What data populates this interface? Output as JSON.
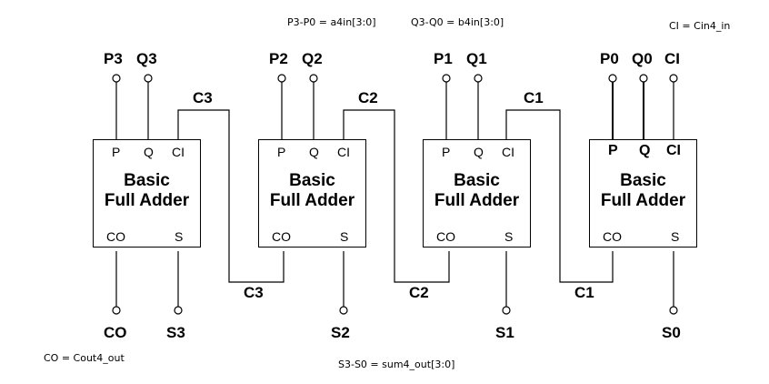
{
  "notes": {
    "p_map": "P3-P0 = a4in[3:0]",
    "q_map": "Q3-Q0 = b4in[3:0]",
    "ci_map": "CI = Cin4_in",
    "co_map": "CO = Cout4_out",
    "s_map": "S3-S0 = sum4_out[3:0]"
  },
  "blocks": [
    {
      "title_line1": "Basic",
      "title_line2": "Full Adder",
      "pin_p": "P",
      "pin_q": "Q",
      "pin_ci": "CI",
      "pin_co": "CO",
      "pin_s": "S"
    },
    {
      "title_line1": "Basic",
      "title_line2": "Full Adder",
      "pin_p": "P",
      "pin_q": "Q",
      "pin_ci": "CI",
      "pin_co": "CO",
      "pin_s": "S"
    },
    {
      "title_line1": "Basic",
      "title_line2": "Full Adder",
      "pin_p": "P",
      "pin_q": "Q",
      "pin_ci": "CI",
      "pin_co": "CO",
      "pin_s": "S"
    },
    {
      "title_line1": "Basic",
      "title_line2": "Full Adder",
      "pin_p": "P",
      "pin_q": "Q",
      "pin_ci": "CI",
      "pin_co": "CO",
      "pin_s": "S"
    }
  ],
  "top_labels": {
    "p3": "P3",
    "q3": "Q3",
    "p2": "P2",
    "q2": "Q2",
    "p1": "P1",
    "q1": "Q1",
    "p0": "P0",
    "q0": "Q0",
    "ci": "CI"
  },
  "carry_labels": {
    "c3_top": "C3",
    "c2_top": "C2",
    "c1_top": "C1",
    "c3_bottom": "C3",
    "c2_bottom": "C2",
    "c1_bottom": "C1"
  },
  "bottom_labels": {
    "co": "CO",
    "s3": "S3",
    "s2": "S2",
    "s1": "S1",
    "s0": "S0"
  }
}
